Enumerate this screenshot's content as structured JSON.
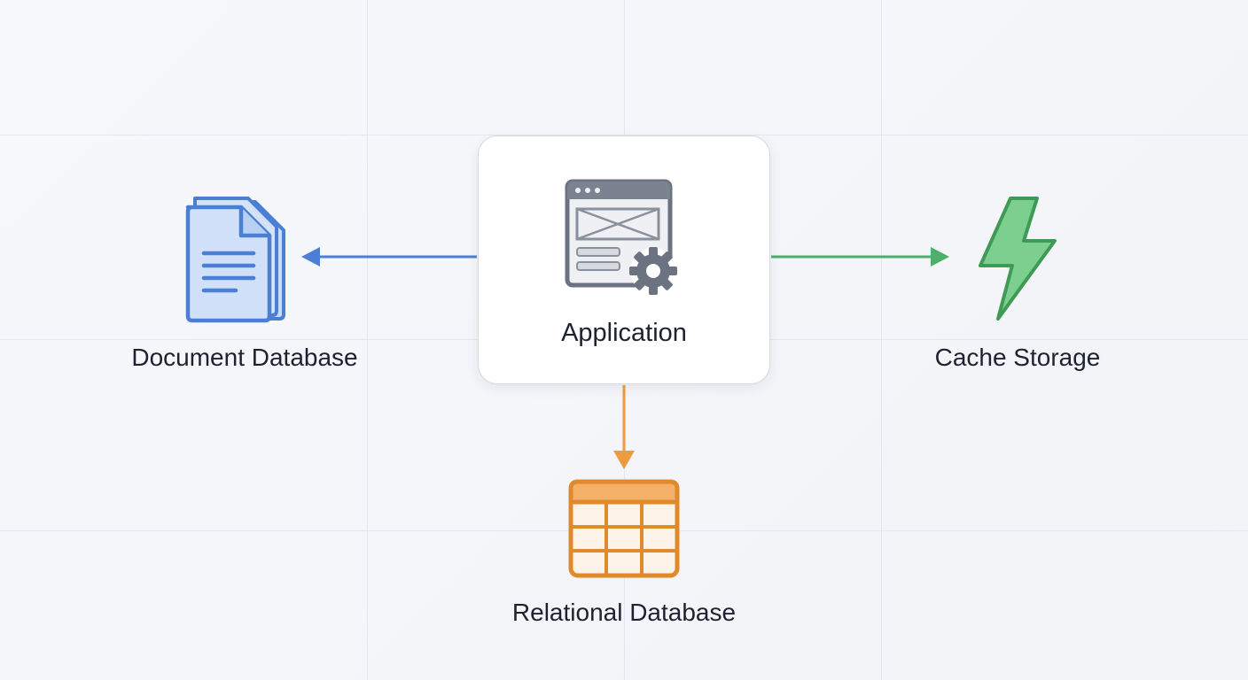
{
  "nodes": {
    "application": {
      "label": "Application",
      "icon": "app-window-gear-icon",
      "color": "#6b7280"
    },
    "document_db": {
      "label": "Document Database",
      "icon": "documents-icon",
      "color": "#4a7fd4"
    },
    "cache": {
      "label": "Cache Storage",
      "icon": "lightning-bolt-icon",
      "color": "#3fa35b"
    },
    "relational_db": {
      "label": "Relational Database",
      "icon": "table-icon",
      "color": "#e08a2e"
    }
  },
  "edges": [
    {
      "from": "Application",
      "to": "Document Database",
      "color": "#4a7fd4"
    },
    {
      "from": "Application",
      "to": "Cache Storage",
      "color": "#4caf6a"
    },
    {
      "from": "Application",
      "to": "Relational Database",
      "color": "#ee9a3e"
    }
  ]
}
